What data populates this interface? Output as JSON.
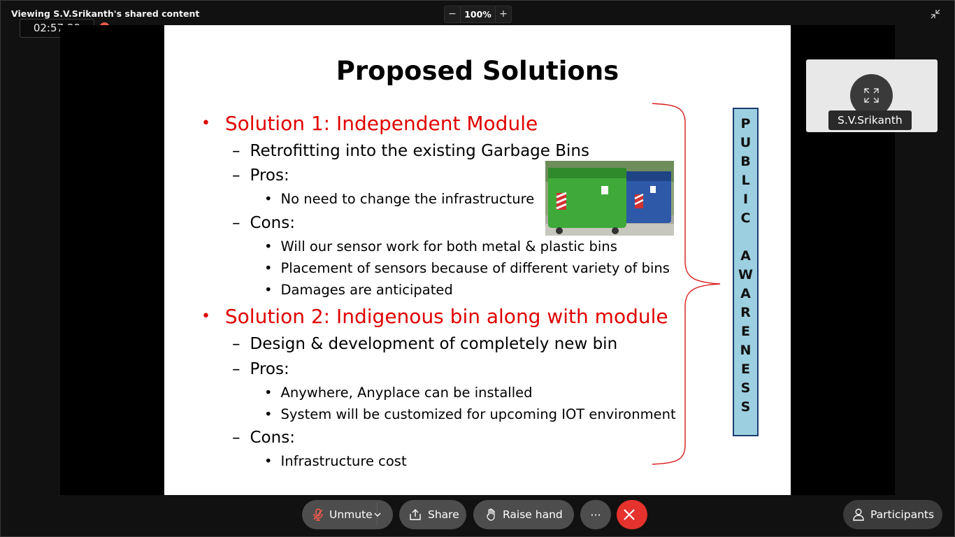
{
  "window": {
    "title": "Viewing S.V.Srikanth's shared content",
    "timer": "02:57:29",
    "zoom": {
      "minus": "−",
      "value": "100%",
      "plus": "+"
    }
  },
  "slide": {
    "title": "Proposed Solutions",
    "solution1": {
      "heading": "Solution 1: Independent Module",
      "item1": "Retrofitting into the existing Garbage Bins",
      "pros_label": "Pros:",
      "pros1": "No need to change the infrastructure",
      "cons_label": "Cons:",
      "cons1": "Will our sensor work for both metal & plastic bins",
      "cons2": "Placement of sensors because of different variety of bins",
      "cons3": "Damages are anticipated"
    },
    "solution2": {
      "heading": "Solution 2: Indigenous bin along with module",
      "item1": "Design & development of completely new bin",
      "pros_label": "Pros:",
      "pros1": "Anywhere, Anyplace can be installed",
      "pros2": "System will be customized for upcoming IOT environment",
      "cons_label": "Cons:",
      "cons1": "Infrastructure cost"
    },
    "awareness_letters": [
      "P",
      "U",
      "B",
      "L",
      "I",
      "C",
      "",
      "A",
      "W",
      "A",
      "R",
      "E",
      "N",
      "E",
      "S",
      "S"
    ]
  },
  "participant": {
    "name": "S.V.Srikanth",
    "icon": "expand-icon"
  },
  "toolbar": {
    "unmute": "Unmute",
    "share": "Share",
    "raise": "Raise hand",
    "more": "···",
    "participants": "Participants"
  }
}
